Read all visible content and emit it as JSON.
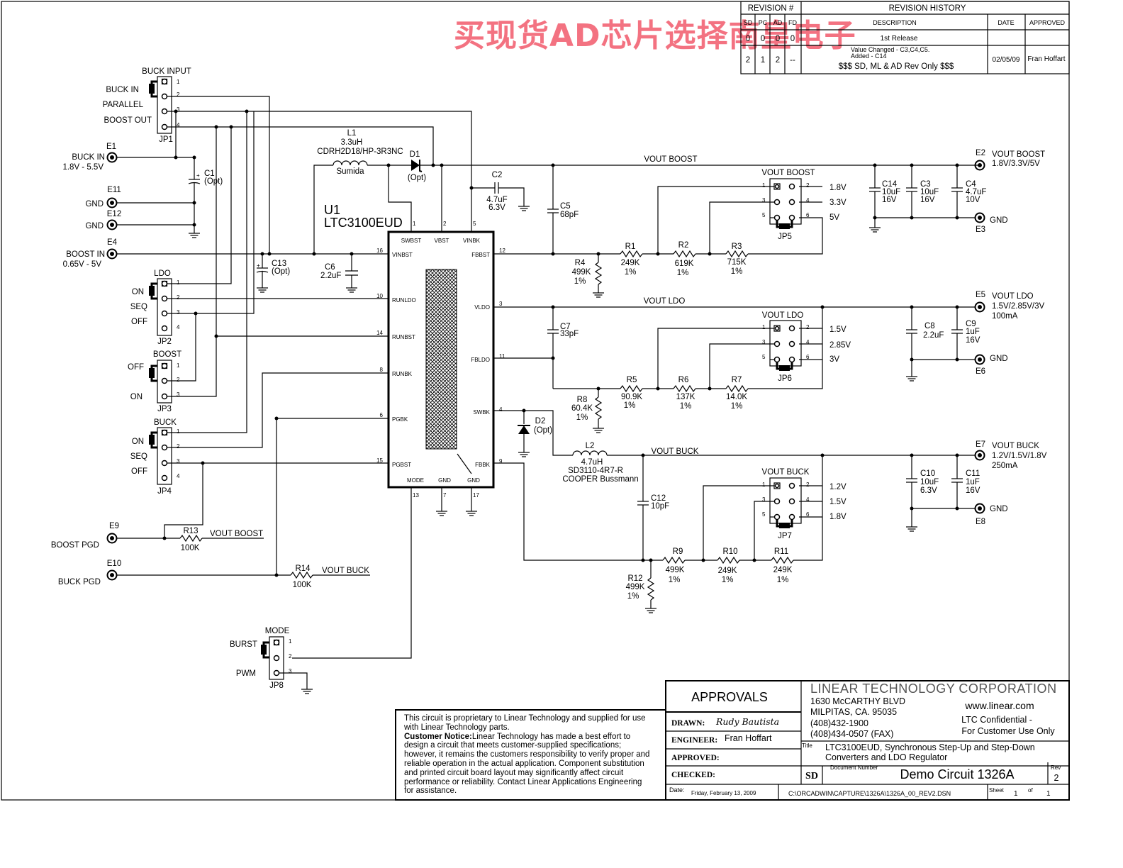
{
  "watermark": "买现货AD芯片选择南皇电子",
  "revision": {
    "header_rev": "REVISION #",
    "header_history": "REVISION HISTORY",
    "cols": [
      "SD",
      "PC",
      "AD",
      "FD"
    ],
    "col_description": "DESCRIPTION",
    "col_date": "DATE",
    "col_approved": "APPROVED",
    "row1": {
      "vals": [
        "0",
        "0",
        "0",
        "0"
      ],
      "description": "1st Release"
    },
    "row2": {
      "vals": [
        "2",
        "1",
        "2",
        "--"
      ],
      "description_line1": "Value Changed - C3,C4,C5.",
      "description_line2": "Added - C14",
      "description_line3": "$$$ SD, ML & AD Rev Only $$$",
      "date": "02/05/09",
      "approved": "Fran Hoffart"
    }
  },
  "ic": {
    "ref": "U1",
    "part": "LTC3100EUD",
    "top_pins": [
      "SWBST",
      "VBST",
      "VINBK"
    ],
    "top_nums": [
      "1",
      "2",
      "5"
    ],
    "left_pins": [
      "VINBST",
      "RUNLDO",
      "RUNBST",
      "RUNBK",
      "PGBK",
      "PGBST"
    ],
    "left_nums": [
      "16",
      "10",
      "14",
      "8",
      "6",
      "15"
    ],
    "right_pins": [
      "FBBST",
      "VLDO",
      "FBLDO",
      "SWBK",
      "FBBK"
    ],
    "right_nums": [
      "12",
      "3",
      "11",
      "4",
      "9"
    ],
    "bottom_pins": [
      "MODE",
      "GND",
      "GND"
    ],
    "bottom_nums": [
      "13",
      "7",
      "17"
    ]
  },
  "connectors": {
    "jp1": {
      "ref": "JP1",
      "title": "BUCK INPUT",
      "labels": [
        "BUCK IN",
        "PARALLEL",
        "BOOST OUT"
      ]
    },
    "jp2": {
      "ref": "JP2",
      "title": "LDO",
      "labels": [
        "ON",
        "SEQ",
        "OFF"
      ]
    },
    "jp3": {
      "ref": "JP3",
      "title": "BOOST",
      "labels": [
        "OFF",
        "ON"
      ]
    },
    "jp4": {
      "ref": "JP4",
      "title": "BUCK",
      "labels": [
        "ON",
        "SEQ",
        "OFF"
      ]
    },
    "jp5": {
      "ref": "JP5",
      "title": "VOUT BOOST",
      "labels": [
        "1.8V",
        "3.3V",
        "5V"
      ]
    },
    "jp6": {
      "ref": "JP6",
      "title": "VOUT LDO",
      "labels": [
        "1.5V",
        "2.85V",
        "3V"
      ]
    },
    "jp7": {
      "ref": "JP7",
      "title": "VOUT BUCK",
      "labels": [
        "1.2V",
        "1.5V",
        "1.8V"
      ]
    },
    "jp8": {
      "ref": "JP8",
      "title": "MODE",
      "labels": [
        "BURST",
        "PWM"
      ]
    }
  },
  "terminals": {
    "e1": {
      "ref": "E1",
      "label": "BUCK IN",
      "sub": "1.8V - 5.5V"
    },
    "e11": {
      "ref": "E11",
      "label": "GND"
    },
    "e12": {
      "ref": "E12",
      "label": "GND"
    },
    "e4": {
      "ref": "E4",
      "label": "BOOST IN",
      "sub": "0.65V - 5V"
    },
    "e9": {
      "ref": "E9",
      "label": "BOOST PGD"
    },
    "e10": {
      "ref": "E10",
      "label": "BUCK PGD"
    },
    "e2": {
      "ref": "E2",
      "label": "VOUT BOOST",
      "sub": "1.8V/3.3V/5V"
    },
    "e3": {
      "ref": "E3",
      "label": "GND"
    },
    "e5": {
      "ref": "E5",
      "label": "VOUT LDO",
      "sub": "1.5V/2.85V/3V",
      "sub2": "100mA"
    },
    "e6": {
      "ref": "E6",
      "label": "GND"
    },
    "e7": {
      "ref": "E7",
      "label": "VOUT BUCK",
      "sub": "1.2V/1.5V/1.8V",
      "sub2": "250mA"
    },
    "e8": {
      "ref": "E8",
      "label": "GND"
    }
  },
  "components": {
    "l1": [
      "L1",
      "3.3uH",
      "CDRH2D18/HP-3R3NC",
      "Sumida"
    ],
    "d1": [
      "D1",
      "(Opt)"
    ],
    "c1": [
      "C1",
      "(Opt)"
    ],
    "c2": [
      "C2",
      "4.7uF",
      "6.3V"
    ],
    "c5": [
      "C5",
      "68pF"
    ],
    "c13": [
      "C13",
      "(Opt)"
    ],
    "c6": [
      "C6",
      "2.2uF"
    ],
    "c14": [
      "C14",
      "10uF",
      "16V"
    ],
    "c3": [
      "C3",
      "10uF",
      "16V"
    ],
    "c4": [
      "C4",
      "4.7uF",
      "10V"
    ],
    "r4": [
      "R4",
      "499K",
      "1%"
    ],
    "r1": [
      "R1",
      "249K",
      "1%"
    ],
    "r2": [
      "R2",
      "619K",
      "1%"
    ],
    "r3": [
      "R3",
      "715K",
      "1%"
    ],
    "c7": [
      "C7",
      "33pF"
    ],
    "c8": [
      "C8",
      "2.2uF"
    ],
    "c9": [
      "C9",
      "1uF",
      "16V"
    ],
    "r8": [
      "R8",
      "60.4K",
      "1%"
    ],
    "r5": [
      "R5",
      "90.9K",
      "1%"
    ],
    "r6": [
      "R6",
      "137K",
      "1%"
    ],
    "r7": [
      "R7",
      "14.0K",
      "1%"
    ],
    "d2": [
      "D2",
      "(Opt)"
    ],
    "l2": [
      "L2",
      "4.7uH",
      "SD3110-4R7-R",
      "COOPER Bussmann"
    ],
    "c12": [
      "C12",
      "10pF"
    ],
    "c10": [
      "C10",
      "10uF",
      "6.3V"
    ],
    "c11": [
      "C11",
      "1uF",
      "16V"
    ],
    "r9": [
      "R9",
      "499K",
      "1%"
    ],
    "r10": [
      "R10",
      "249K",
      "1%"
    ],
    "r11": [
      "R11",
      "249K",
      "1%"
    ],
    "r12": [
      "R12",
      "499K",
      "1%"
    ],
    "r13": [
      "R13",
      "100K"
    ],
    "r14": [
      "R14",
      "100K"
    ]
  },
  "nets": {
    "vout_boost": "VOUT BOOST",
    "vout_ldo": "VOUT LDO",
    "vout_buck": "VOUT BUCK"
  },
  "notice": {
    "line1": "This circuit is proprietary to Linear Technology and supplied for use with Linear Technology parts.",
    "bold": "Customer Notice:",
    "rest": "Linear Technology has made a best effort to design a circuit that meets customer-supplied specifications; however, it remains the customers responsibility to verify proper and reliable operation in the actual application. Component substitution and printed circuit board layout may significantly affect circuit performance or reliability. Contact Linear Applications Engineering for assistance."
  },
  "titleblock": {
    "approvals": "APPROVALS",
    "drawn_label": "DRAWN:",
    "drawn_value": "Rudy Bautista",
    "engineer_label": "ENGINEER:",
    "engineer_value": "Fran Hoffart",
    "approved_label": "APPROVED:",
    "checked_label": "CHECKED:",
    "company": "LINEAR TECHNOLOGY CORPORATION",
    "addr1": "1630 McCARTHY BLVD",
    "addr2": "MILPITAS, CA. 95035",
    "phone": "(408)432-1900",
    "fax": "(408)434-0507 (FAX)",
    "web": "www.linear.com",
    "conf1": "LTC Confidential -",
    "conf2": "For Customer Use Only",
    "title_label": "Title",
    "title1": "LTC3100EUD, Synchronous Step-Up and Step-Down",
    "title2": "Converters and LDO Regulator",
    "size": "SD",
    "docnum_label": "Document Number",
    "docnum": "Demo Circuit 1326A",
    "rev_label": "Rev",
    "rev": "2",
    "date_label": "Date:",
    "date": "Friday, February 13, 2009",
    "path": "C:\\ORCADWIN\\CAPTURE\\1326A\\1326A_00_REV2.DSN",
    "sheet_label": "Sheet",
    "sheet": "1",
    "of_label": "of",
    "sheet_total": "1"
  }
}
